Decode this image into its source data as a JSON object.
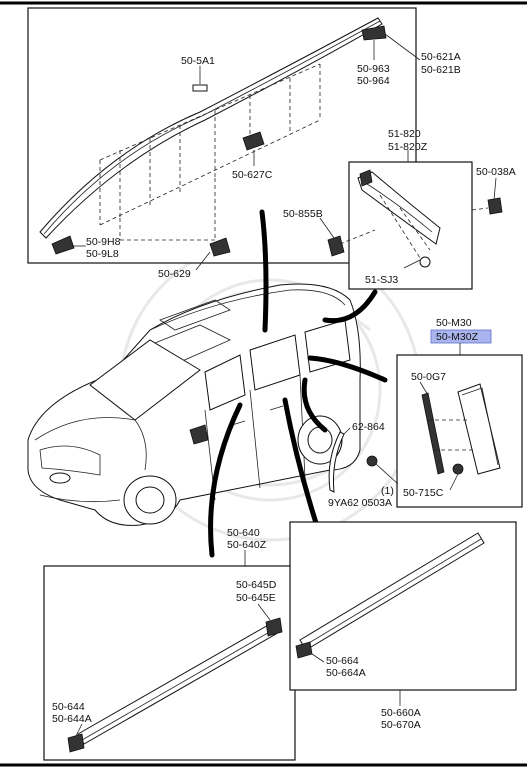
{
  "labels": {
    "p50_5a1": "50-5A1",
    "p50_621a": "50-621A",
    "p50_621b": "50-621B",
    "p50_963": "50-963",
    "p50_964": "50-964",
    "p50_627c": "50-627C",
    "p50_9h8": "50-9H8",
    "p50_9l8": "50-9L8",
    "p50_629": "50-629",
    "p51_820": "51-820",
    "p51_820z": "51-820Z",
    "p50_038a": "50-038A",
    "p50_855b": "50-855B",
    "p51_sj3": "51-SJ3",
    "p50_m30": "50-M30",
    "p50_m30z": "50-M30Z",
    "p50_0g7": "50-0G7",
    "p62_864": "62-864",
    "p1": "(1)",
    "p9ya62": "9YA62 0503A",
    "p50_715c": "50-715C",
    "p50_640": "50-640",
    "p50_640z": "50-640Z",
    "p50_645d": "50-645D",
    "p50_645e": "50-645E",
    "p50_644": "50-644",
    "p50_644a": "50-644A",
    "p50_664": "50-664",
    "p50_664a": "50-664A",
    "p50_660a": "50-660A",
    "p50_670a": "50-670A"
  },
  "colors": {
    "highlight": "#aab4ee",
    "ink": "#111111"
  }
}
